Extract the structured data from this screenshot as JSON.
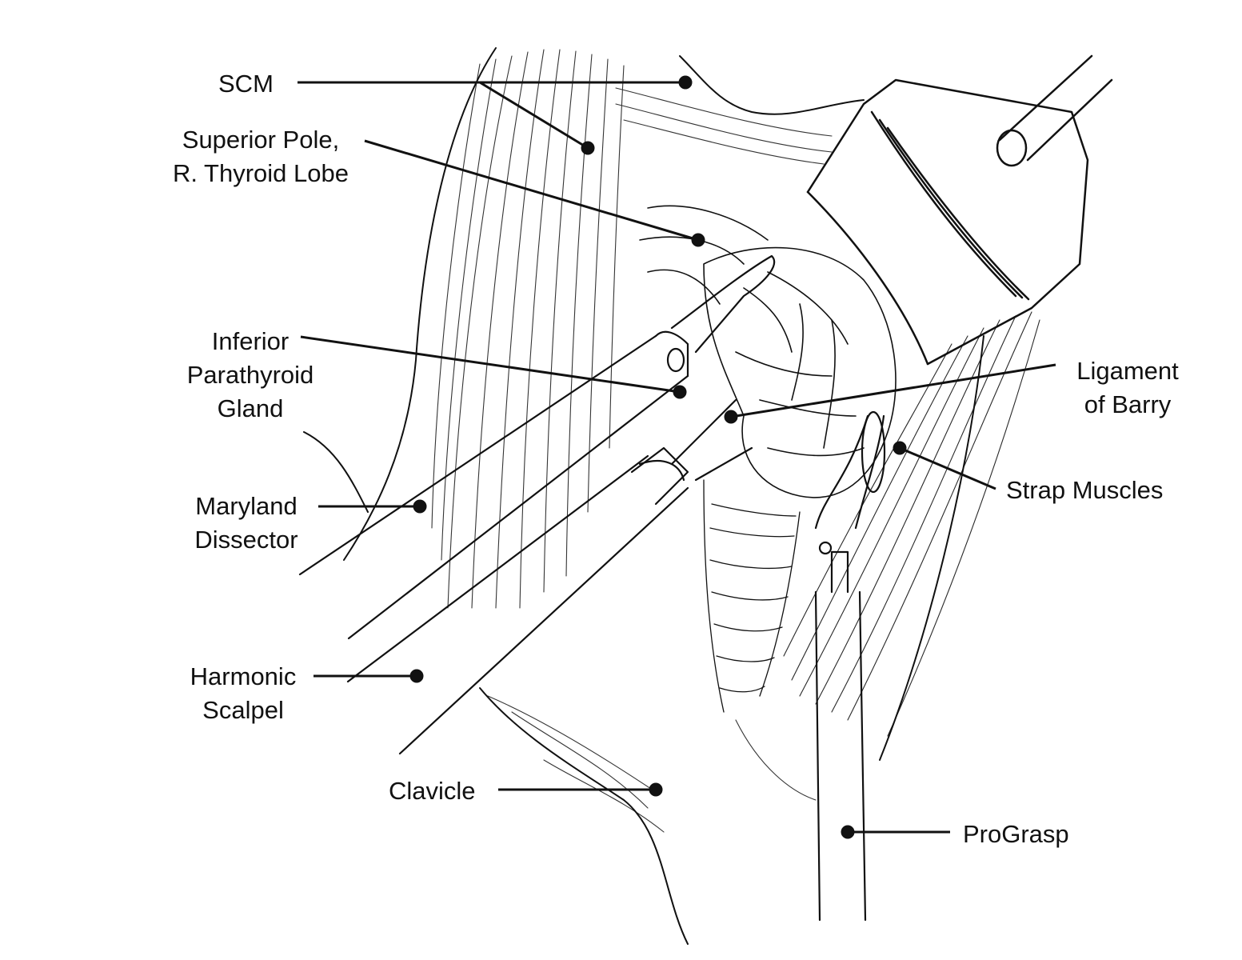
{
  "labels": {
    "scm": [
      "SCM"
    ],
    "superior_pole": [
      "Superior Pole,",
      "R. Thyroid Lobe"
    ],
    "inferior_parathyroid": [
      "Inferior",
      "Parathyroid",
      "Gland"
    ],
    "maryland": [
      "Maryland",
      "Dissector"
    ],
    "harmonic": [
      "Harmonic",
      "Scalpel"
    ],
    "clavicle": [
      "Clavicle"
    ],
    "ligament": [
      "Ligament",
      "of Barry"
    ],
    "strap": [
      "Strap Muscles"
    ],
    "prograsp": [
      "ProGrasp"
    ]
  },
  "colors": {
    "ink": "#111111",
    "background": "#ffffff"
  }
}
